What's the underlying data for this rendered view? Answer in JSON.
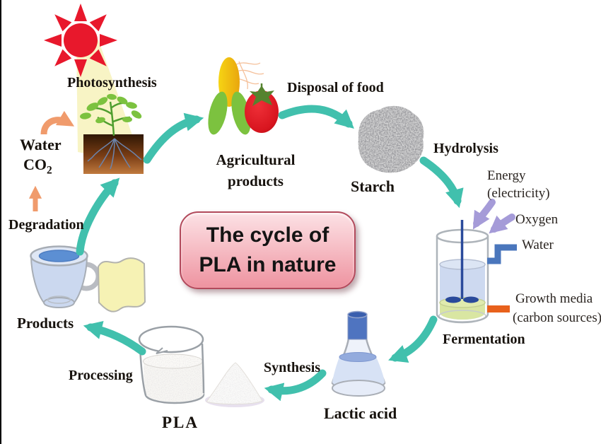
{
  "diagram_title": {
    "line1": "The cycle of",
    "line2": "PLA in nature"
  },
  "cycle_labels": {
    "photosynthesis": "Photosynthesis",
    "water": "Water",
    "co": "CO",
    "co_sub": "2",
    "degradation": "Degradation",
    "products": "Products",
    "agricultural_line1": "Agricultural",
    "agricultural_line2": "products",
    "disposal_of_food": "Disposal of food",
    "starch": "Starch",
    "hydrolysis": "Hydrolysis",
    "fermentation": "Fermentation",
    "lactic_acid": "Lactic acid",
    "synthesis": "Synthesis",
    "pla": "PLA",
    "processing": "Processing"
  },
  "fermenter_inputs": {
    "energy_line1": "Energy",
    "energy_line2": "(electricity)",
    "oxygen": "Oxygen",
    "water": "Water",
    "growth_line1": "Growth media",
    "growth_line2": "(carbon sources)"
  },
  "colors": {
    "cycle_arrow_teal": "#41c0ad",
    "degradation_arrow_orange": "#f09b6c",
    "input_arrow_purple": "#a59bd8",
    "sun_red": "#e8182c",
    "light_beam_yellow": "#f8f4c5",
    "title_box_fill_top": "#fce1e5",
    "title_box_fill_bottom": "#ee93a0",
    "title_box_border": "#b24a5c",
    "water_pipe_blue": "#4a76bc",
    "growth_media_orange": "#e8611c",
    "fermenter_liquid_blue": "#cdd9f0",
    "fermenter_media_green": "#d9e6a2"
  }
}
